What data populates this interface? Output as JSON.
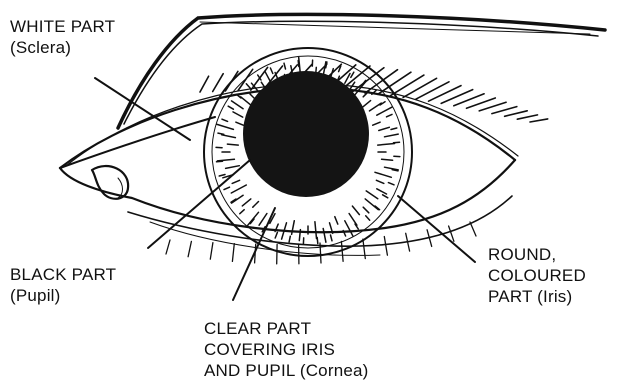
{
  "labels": {
    "sclera": {
      "line1": "WHITE PART",
      "line2": "(Sclera)"
    },
    "pupil": {
      "line1": "BLACK PART",
      "line2": "(Pupil)"
    },
    "cornea": {
      "line1": "CLEAR PART",
      "line2": "COVERING IRIS",
      "line3": "AND PUPIL (Cornea)"
    },
    "iris": {
      "line1": "ROUND,",
      "line2": "COLOURED",
      "line3": "PART (Iris)"
    }
  },
  "colors": {
    "ink": "#111111",
    "pupil": "#141414",
    "background": "#ffffff"
  }
}
